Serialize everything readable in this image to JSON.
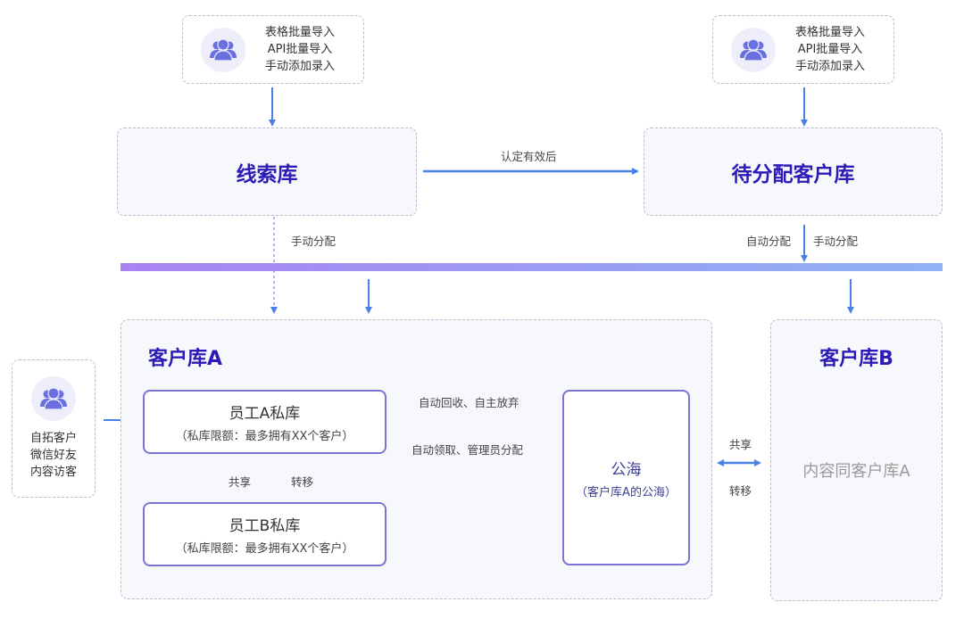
{
  "source_top_left": {
    "lines": [
      "表格批量导入",
      "API批量导入",
      "手动添加录入"
    ],
    "icon": "users-icon"
  },
  "source_top_right": {
    "lines": [
      "表格批量导入",
      "API批量导入",
      "手动添加录入"
    ],
    "icon": "users-icon"
  },
  "source_left": {
    "lines": [
      "自拓客户",
      "微信好友",
      "内容访客"
    ],
    "icon": "users-icon"
  },
  "leads_pool": {
    "title": "线索库"
  },
  "pending_pool": {
    "title": "待分配客户库"
  },
  "edges": {
    "leads_to_pending": "认定有效后",
    "leads_manual_assign": "手动分配",
    "pending_auto_assign": "自动分配",
    "pending_manual_assign": "手动分配",
    "private_to_public": "自动回收、自主放弃",
    "public_to_private": "自动领取、管理员分配",
    "staff_share": "共享",
    "staff_transfer": "转移",
    "pool_share": "共享",
    "pool_transfer": "转移"
  },
  "customer_pool_a": {
    "title": "客户库A",
    "staff_a": {
      "title": "员工A私库",
      "subtitle": "（私库限额：最多拥有XX个客户）"
    },
    "staff_b": {
      "title": "员工B私库",
      "subtitle": "（私库限额：最多拥有XX个客户）"
    },
    "public_sea": {
      "title": "公海",
      "subtitle": "（客户库A的公海）"
    }
  },
  "customer_pool_b": {
    "title": "客户库B",
    "content": "内容同客户库A"
  },
  "colors": {
    "accent": "#4a7fe3",
    "title": "#2b1cb8",
    "bar_start": "#a983f2",
    "bar_end": "#8fb2f5"
  }
}
